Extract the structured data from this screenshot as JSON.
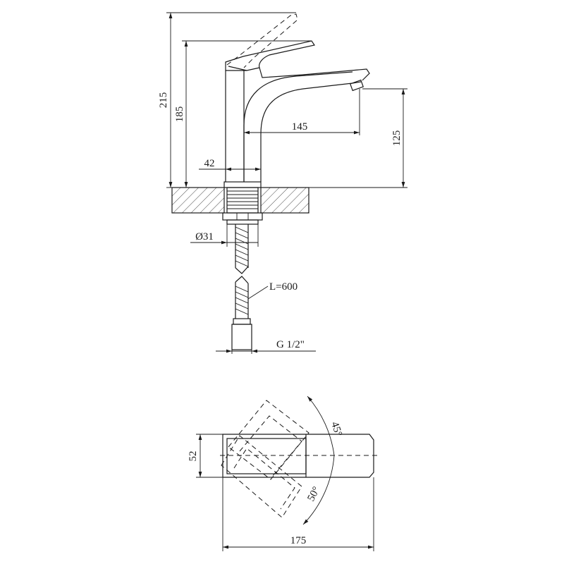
{
  "dimensions": {
    "total_height": "215",
    "handle_height": "185",
    "spout_height": "125",
    "spout_reach": "145",
    "body_width": "42",
    "thread_diameter": "Ø31",
    "hose_length": "L=600",
    "connection": "G 1/2\"",
    "top_width": "52",
    "top_length": "175",
    "angle_left": "45°",
    "angle_right": "50°"
  }
}
